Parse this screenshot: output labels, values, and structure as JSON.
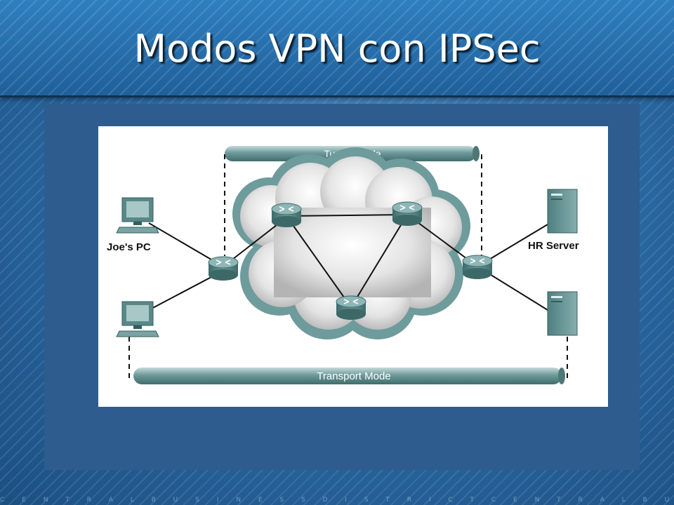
{
  "slide": {
    "title": "Modos VPN con IPSec"
  },
  "diagram": {
    "tunnel_label": "Tunnel Mode",
    "transport_label": "Transport Mode",
    "client_label": "Joe's PC",
    "server_label": "HR Server"
  },
  "footer": {
    "text": "C E N T R A L B U S I N E S S D I S T R I C T C E N T R A L B U S I N E S S D I S T R I C T C E N T R A"
  }
}
